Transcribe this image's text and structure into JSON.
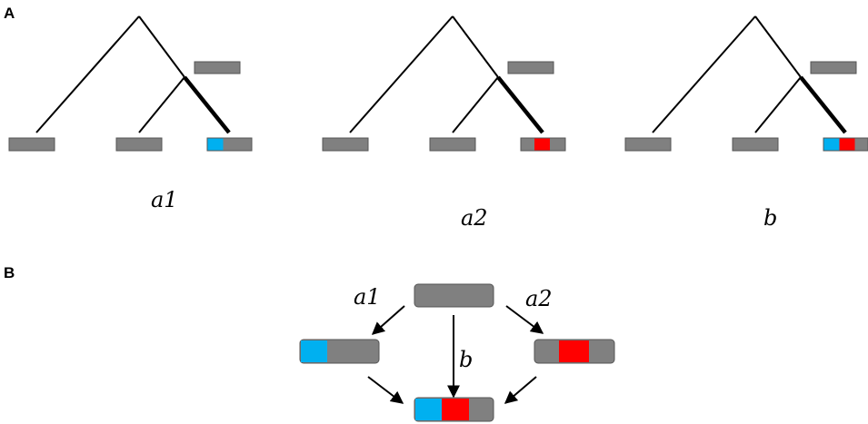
{
  "panel_labels": {
    "a": "A",
    "b": "B"
  },
  "trees": [
    {
      "label": "a1",
      "segments": [
        "blue"
      ]
    },
    {
      "label": "a2",
      "segments": [
        "red"
      ]
    },
    {
      "label": "b",
      "segments": [
        "blue",
        "red"
      ]
    }
  ],
  "flow": {
    "label_a1": "a1",
    "label_a2": "a2",
    "label_b": "b"
  },
  "colors": {
    "gray": "#808080",
    "blue": "#00b0f0",
    "red": "#ff0000",
    "line": "#000000"
  }
}
